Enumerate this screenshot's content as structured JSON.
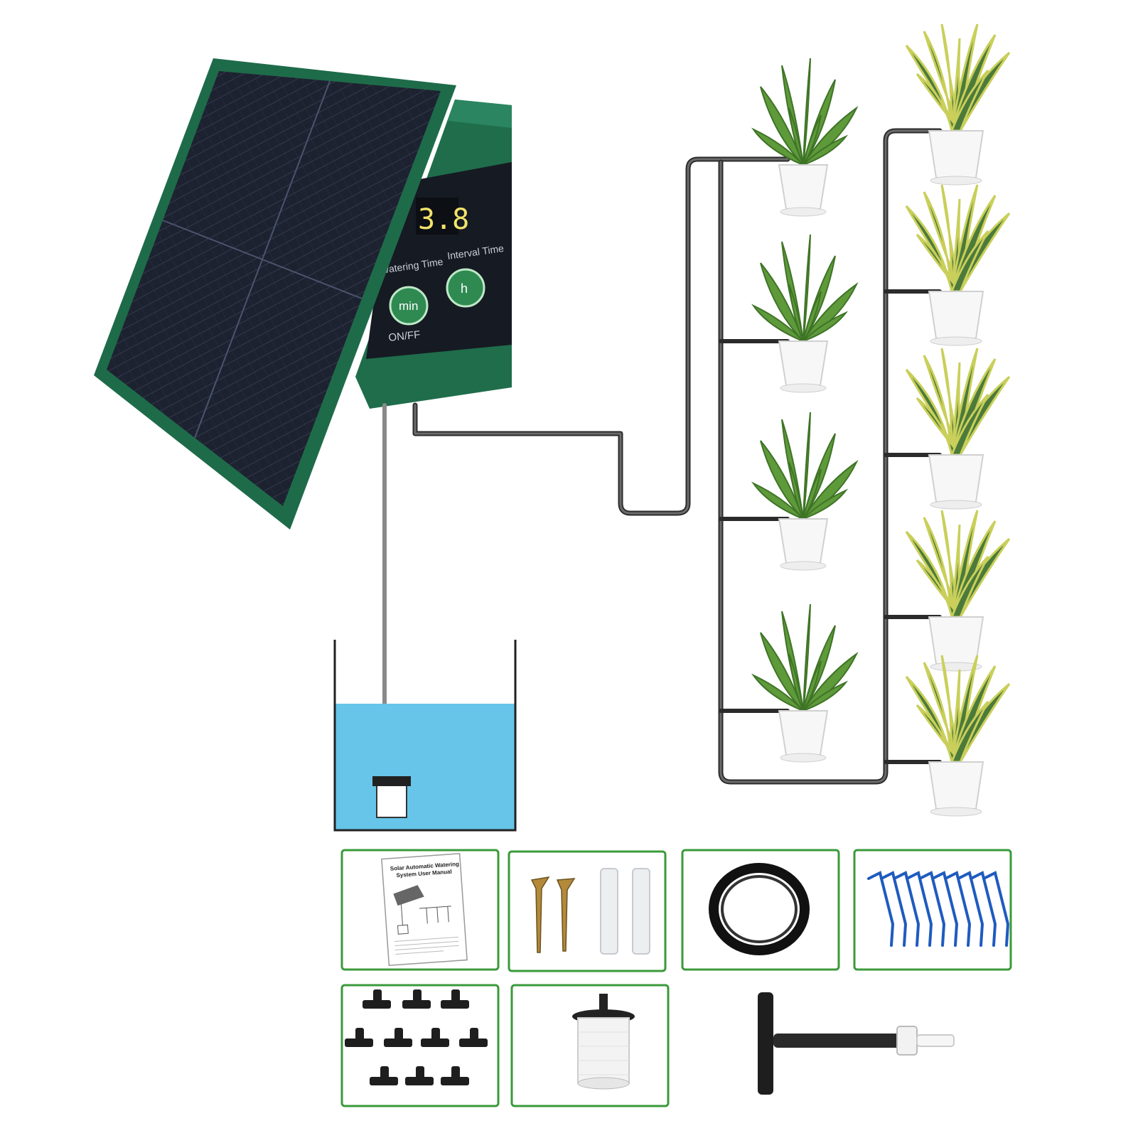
{
  "controller": {
    "display_value": "3.8",
    "watering_label": "Watering Time",
    "interval_label": "Interval Time",
    "min_button": "min",
    "h_button": "h",
    "onoff_label": "ON/FF"
  },
  "manual": {
    "title_line1": "Solar Automatic Watering",
    "title_line2": "System User Manual"
  },
  "colors": {
    "housing": "#1e6b4a",
    "panel": "#1b1f2b",
    "water": "#66c5e8",
    "box_border": "#3a9a3a",
    "tube": "#2b2b2b",
    "drip_stake": "#1f5bbf"
  },
  "icons": [
    "solar-panel-icon",
    "pump-filter-icon",
    "tube-coil-icon",
    "drip-stake-icon",
    "tee-connector-icon",
    "screw-icon",
    "wall-anchor-icon",
    "manual-icon",
    "plant-icon",
    "valve-icon"
  ]
}
